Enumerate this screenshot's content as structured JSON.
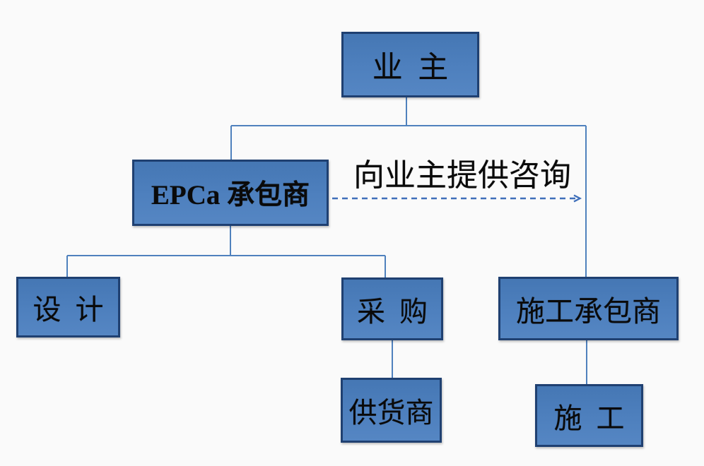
{
  "diagram": {
    "annotation": {
      "label": "向业主提供咨询"
    },
    "nodes": {
      "owner": {
        "label": "业  主"
      },
      "epca": {
        "label": "EPCa 承包商"
      },
      "design": {
        "label": "设  计"
      },
      "procurement": {
        "label": "采  购"
      },
      "construction_contractor": {
        "label": "施工承包商"
      },
      "supplier": {
        "label": "供货商"
      },
      "construction": {
        "label": "施  工"
      }
    },
    "edges": [
      {
        "from": "owner",
        "to": "epca",
        "style": "solid"
      },
      {
        "from": "owner",
        "to": "construction_contractor",
        "style": "solid"
      },
      {
        "from": "epca",
        "to": "design",
        "style": "solid"
      },
      {
        "from": "epca",
        "to": "procurement",
        "style": "solid"
      },
      {
        "from": "procurement",
        "to": "supplier",
        "style": "solid"
      },
      {
        "from": "construction_contractor",
        "to": "construction",
        "style": "solid"
      },
      {
        "from": "epca",
        "to": "owner",
        "style": "dashed-arrow",
        "label": "向业主提供咨询"
      }
    ],
    "colors": {
      "background": "#fafafa",
      "node_fill": "#4e80be",
      "node_border": "#1f4071",
      "connector": "#4f81bd",
      "dashed_arrow": "#3f6fba",
      "text": "#0a0a0a"
    }
  }
}
